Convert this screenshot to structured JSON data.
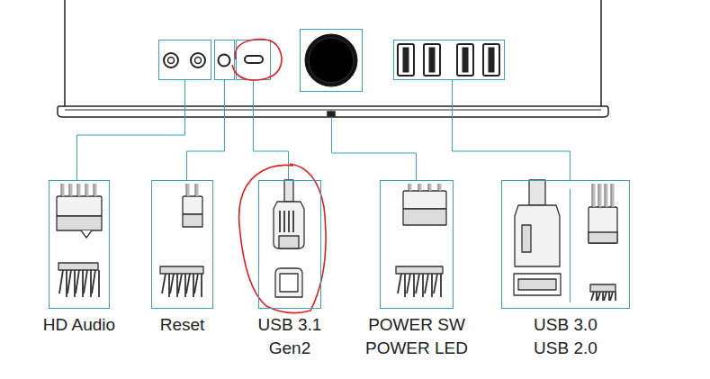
{
  "diagram": {
    "nodes": [
      {
        "text": [
          "HD Audio"
        ]
      },
      {
        "text": [
          "Reset"
        ]
      },
      {
        "text": [
          "USB 3.1 Gen2"
        ]
      },
      {
        "text": [
          "POWER SW",
          "POWER LED"
        ]
      },
      {
        "text": [
          "USB 3.0",
          "USB 2.0"
        ]
      }
    ]
  }
}
